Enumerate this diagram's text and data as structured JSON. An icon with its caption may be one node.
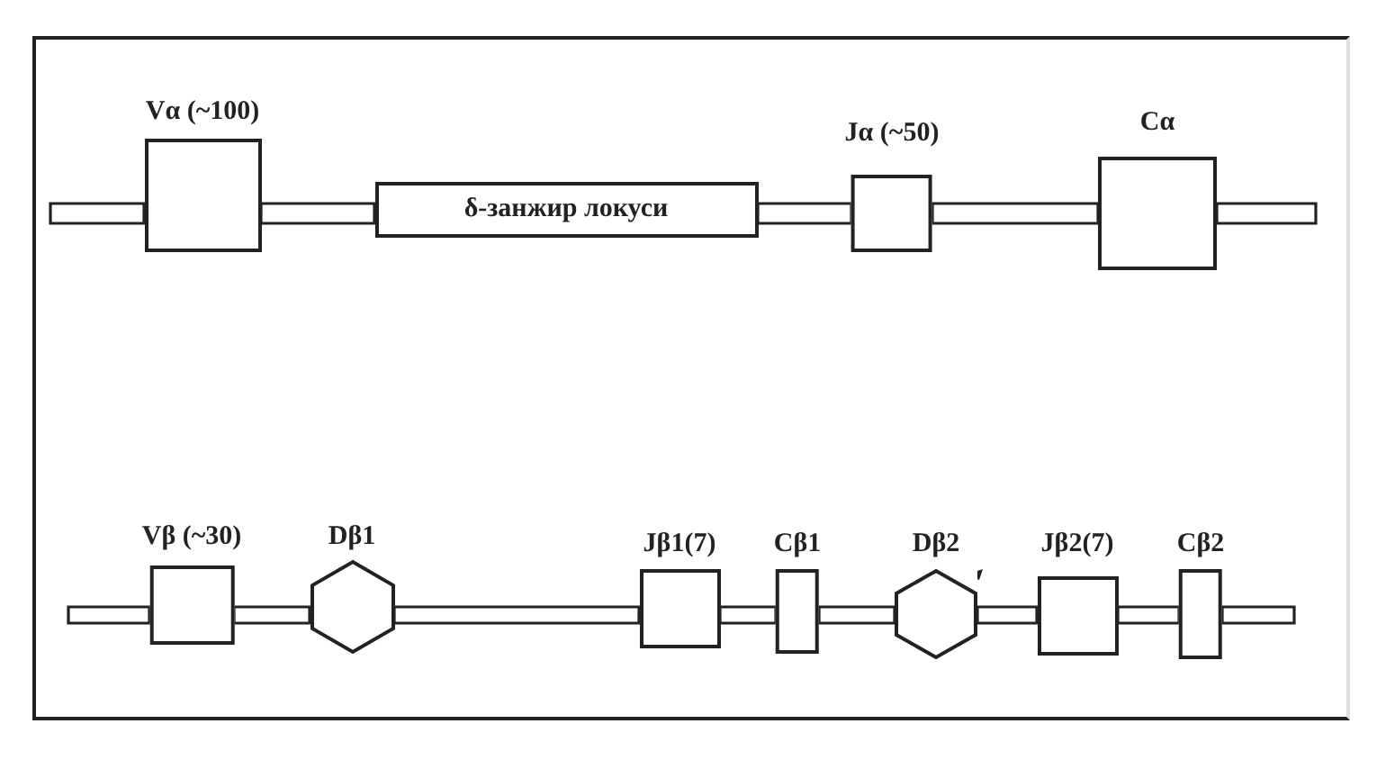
{
  "diagram": {
    "nodes": [
      {
        "text": [
          "Vα (~100)"
        ]
      },
      {
        "text": [
          "δ-занжир локуси"
        ]
      },
      {
        "text": [
          "Jα (~50)"
        ]
      },
      {
        "text": [
          "Cα"
        ]
      },
      {
        "text": [
          "Vβ (~30)"
        ]
      },
      {
        "text": [
          "Dβ1"
        ]
      },
      {
        "text": [
          "Jβ1(7)"
        ]
      },
      {
        "text": [
          "Cβ1"
        ]
      },
      {
        "text": [
          "Dβ2"
        ]
      },
      {
        "text": [
          "Jβ2(7)"
        ]
      },
      {
        "text": [
          "Cβ2"
        ]
      }
    ],
    "edges": [
      {
        "from": null,
        "to": 0,
        "arrow": "none"
      },
      {
        "from": 0,
        "to": 1,
        "arrow": "none"
      },
      {
        "from": 1,
        "to": 2,
        "arrow": "none"
      },
      {
        "from": 2,
        "to": 3,
        "arrow": "none"
      },
      {
        "from": 3,
        "to": null,
        "arrow": "none"
      },
      {
        "from": null,
        "to": 4,
        "arrow": "none"
      },
      {
        "from": 4,
        "to": 5,
        "arrow": "none"
      },
      {
        "from": 5,
        "to": 6,
        "arrow": "none"
      },
      {
        "from": 6,
        "to": 7,
        "arrow": "none"
      },
      {
        "from": 7,
        "to": 8,
        "arrow": "none"
      },
      {
        "from": 8,
        "to": 9,
        "arrow": "none"
      },
      {
        "from": 9,
        "to": 10,
        "arrow": "none"
      },
      {
        "from": 10,
        "to": null,
        "arrow": "none"
      }
    ]
  }
}
